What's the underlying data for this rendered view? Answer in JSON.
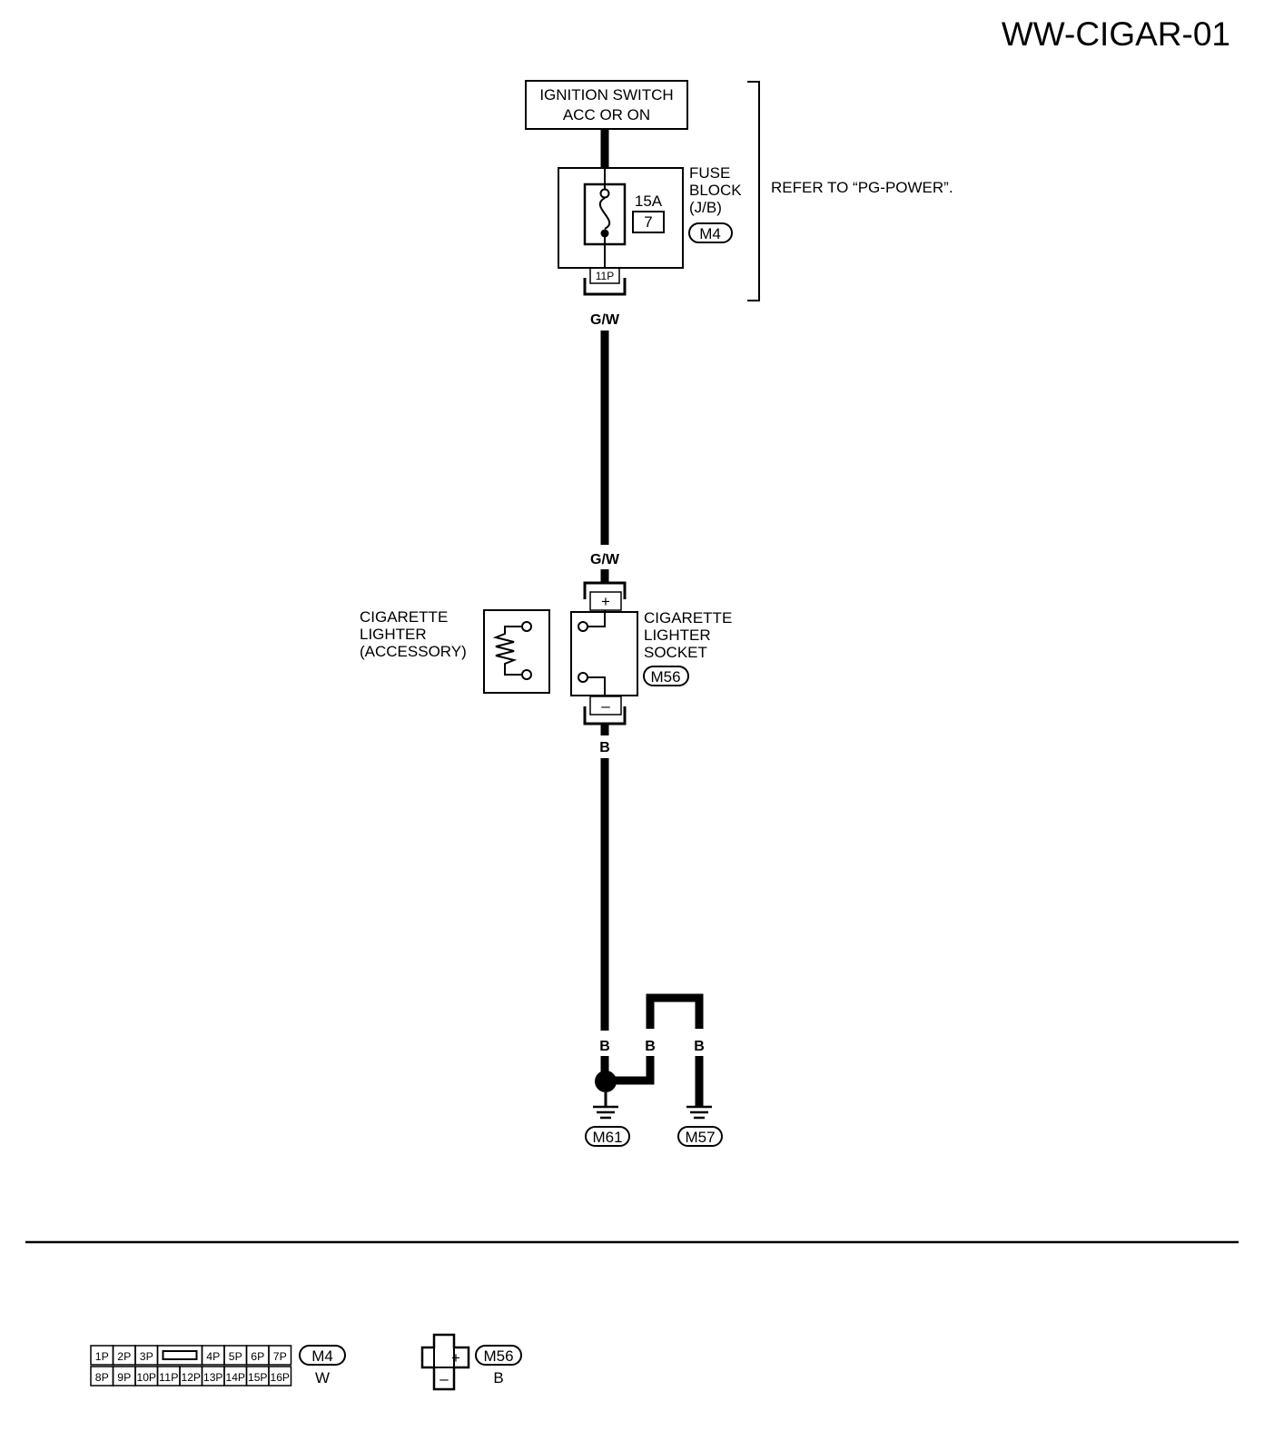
{
  "page_id": "WW-CIGAR-01",
  "ignition_switch": {
    "line1": "IGNITION SWITCH",
    "line2": "ACC OR ON"
  },
  "fuse_block": {
    "line1": "FUSE",
    "line2": "BLOCK",
    "line3": "(J/B)",
    "connector": "M4",
    "amperage": "15A",
    "fuse_number": "7",
    "terminal": "11P"
  },
  "refer_note": "REFER TO “PG-POWER”.",
  "wire_top_color": "G/W",
  "wire_mid_color": "G/W",
  "socket": {
    "line1": "CIGARETTE",
    "line2": "LIGHTER",
    "line3": "SOCKET",
    "connector": "M56",
    "plus": "+",
    "minus": "–"
  },
  "accessory": {
    "line1": "CIGARETTE",
    "line2": "LIGHTER",
    "line3": "(ACCESSORY)"
  },
  "wire_ground_color": "B",
  "ground_labels": {
    "left": "B",
    "mid": "B",
    "right": "B"
  },
  "grounds": [
    "M61",
    "M57"
  ],
  "connector_views": {
    "m4": {
      "id": "M4",
      "color": "W",
      "top_pins": [
        "1P",
        "2P",
        "3P",
        "4P",
        "5P",
        "6P",
        "7P"
      ],
      "bottom_pins": [
        "8P",
        "9P",
        "10P",
        "11P",
        "12P",
        "13P",
        "14P",
        "15P",
        "16P"
      ]
    },
    "m56": {
      "id": "M56",
      "color": "B",
      "plus": "+",
      "minus": "–"
    }
  }
}
